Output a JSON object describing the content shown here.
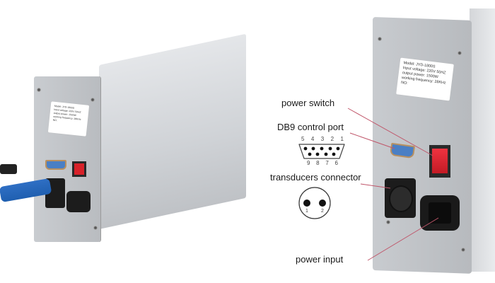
{
  "annotations": {
    "power_switch": "power switch",
    "db9_port": "DB9 control port",
    "transducers": "transducers connector",
    "power_input": "power input"
  },
  "db9_pins": {
    "top": [
      "5",
      "4",
      "3",
      "2",
      "1"
    ],
    "bottom": [
      "9",
      "8",
      "7",
      "6"
    ]
  },
  "transducer_pins": [
    "1",
    "2"
  ],
  "nameplate": {
    "model": "Model: JYD-1800S",
    "voltage": "Input voltage: 220V 50HZ",
    "power": "output power: 1500W",
    "frequency": "working frequency: 28KHz",
    "no": "NO:"
  },
  "colors": {
    "leader_line": "#c0566a",
    "switch_red": "#d8222a",
    "connector_blue": "#1f5fb0"
  }
}
